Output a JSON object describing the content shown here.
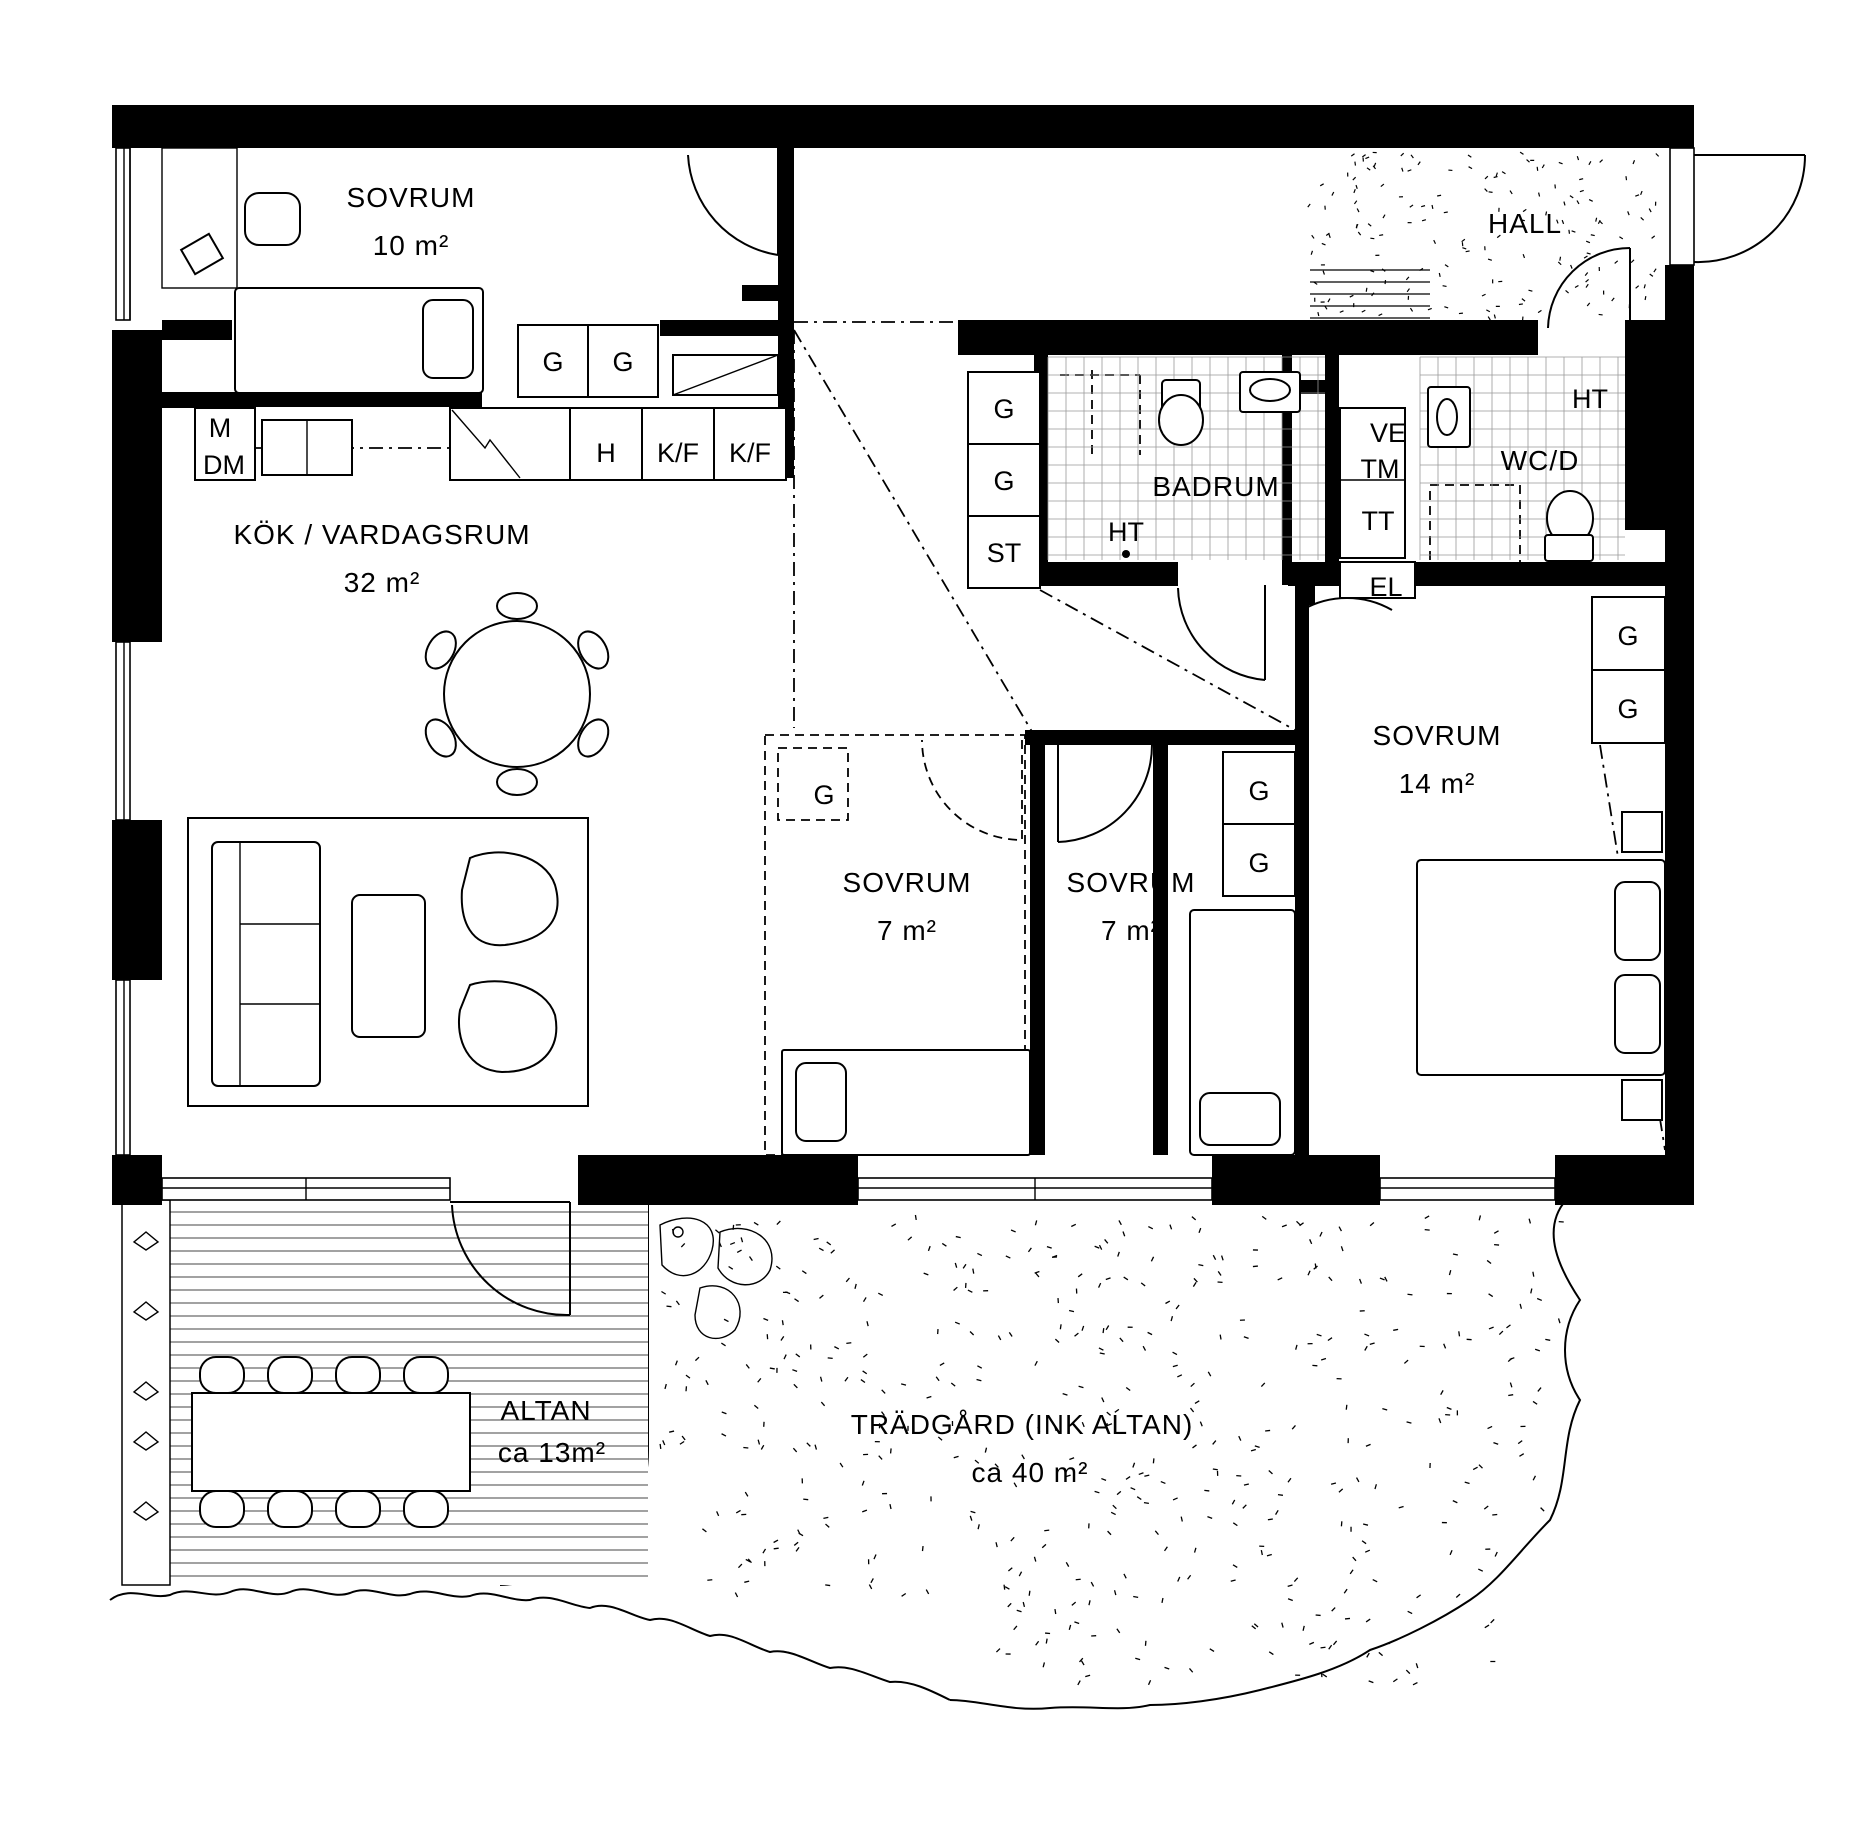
{
  "rooms": {
    "sovrum_nw": {
      "name": "SOVRUM",
      "area": "10 m²"
    },
    "hall": {
      "name": "HALL"
    },
    "kok": {
      "name": "KÖK / VARDAGSRUM",
      "area": "32 m²"
    },
    "badrum": {
      "name": "BADRUM"
    },
    "wcd": {
      "name": "WC/D"
    },
    "sovrum_a": {
      "name": "SOVRUM",
      "area": "7 m²"
    },
    "sovrum_b": {
      "name": "SOVRUM",
      "area": "7 m²"
    },
    "sovrum_e": {
      "name": "SOVRUM",
      "area": "14 m²"
    },
    "altan": {
      "name": "ALTAN",
      "area": "ca 13m²"
    },
    "tradgard": {
      "name": "TRÄDGÅRD (INK ALTAN)",
      "area": "ca 40 m²"
    }
  },
  "symbols": {
    "g": "G",
    "m": "M",
    "dm": "DM",
    "h": "H",
    "kf": "K/F",
    "st": "ST",
    "ht": "HT",
    "ve": "VE",
    "tm": "TM",
    "tt": "TT",
    "el": "EL"
  }
}
